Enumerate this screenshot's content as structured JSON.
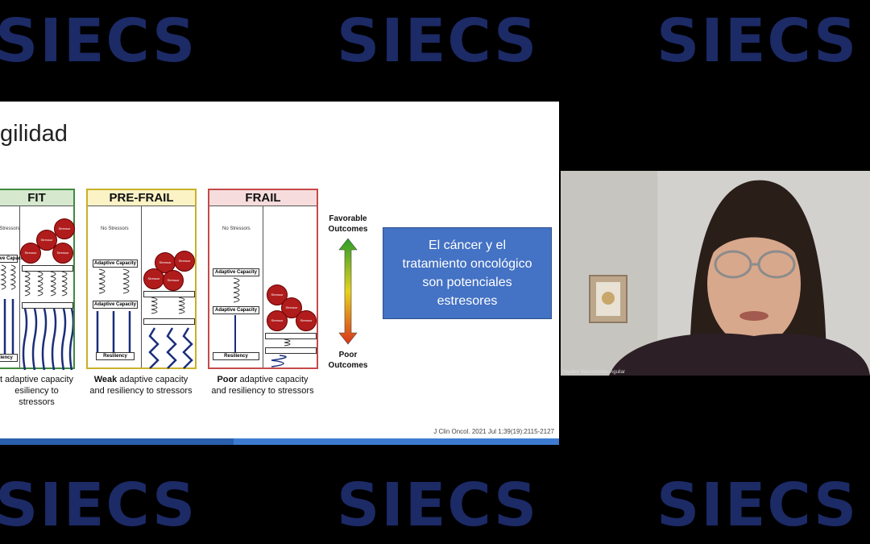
{
  "watermark": {
    "text": "SIECS"
  },
  "slide": {
    "title": "gilidad",
    "citation": "J Clin Oncol. 2021 Jul 1;39(19):2115-2127",
    "panels": [
      {
        "header": "FIT",
        "color": "#3f8a3f",
        "fill": "#d6e9cf",
        "caption_bold": "",
        "caption_line1": "t adaptive capacity",
        "caption_line2": "esiliency to stressors"
      },
      {
        "header": "PRE-FRAIL",
        "color": "#c9b02a",
        "fill": "#fbf3c6",
        "caption_bold": "Weak",
        "caption_line1": " adaptive capacity",
        "caption_line2": "and resiliency to stressors"
      },
      {
        "header": "FRAIL",
        "color": "#c54a4a",
        "fill": "#f6dcdc",
        "caption_bold": "Poor",
        "caption_line1": " adaptive capacity",
        "caption_line2": "and resiliency to stressors"
      }
    ],
    "labels": {
      "adaptive": "Adaptive Capacity",
      "resiliency": "Resiliency",
      "no_stressors": "No Stressors",
      "stressor": "Stressor"
    },
    "outcomes": {
      "favorable_1": "Favorable",
      "favorable_2": "Outcomes",
      "poor_1": "Poor",
      "poor_2": "Outcomes"
    },
    "callout": {
      "line1": "El cáncer y el",
      "line2": "tratamiento oncológico",
      "line3": "son potenciales",
      "line4": "estresores"
    }
  },
  "participant": {
    "name": "Naydee Vasconcellos-Aguilar"
  }
}
